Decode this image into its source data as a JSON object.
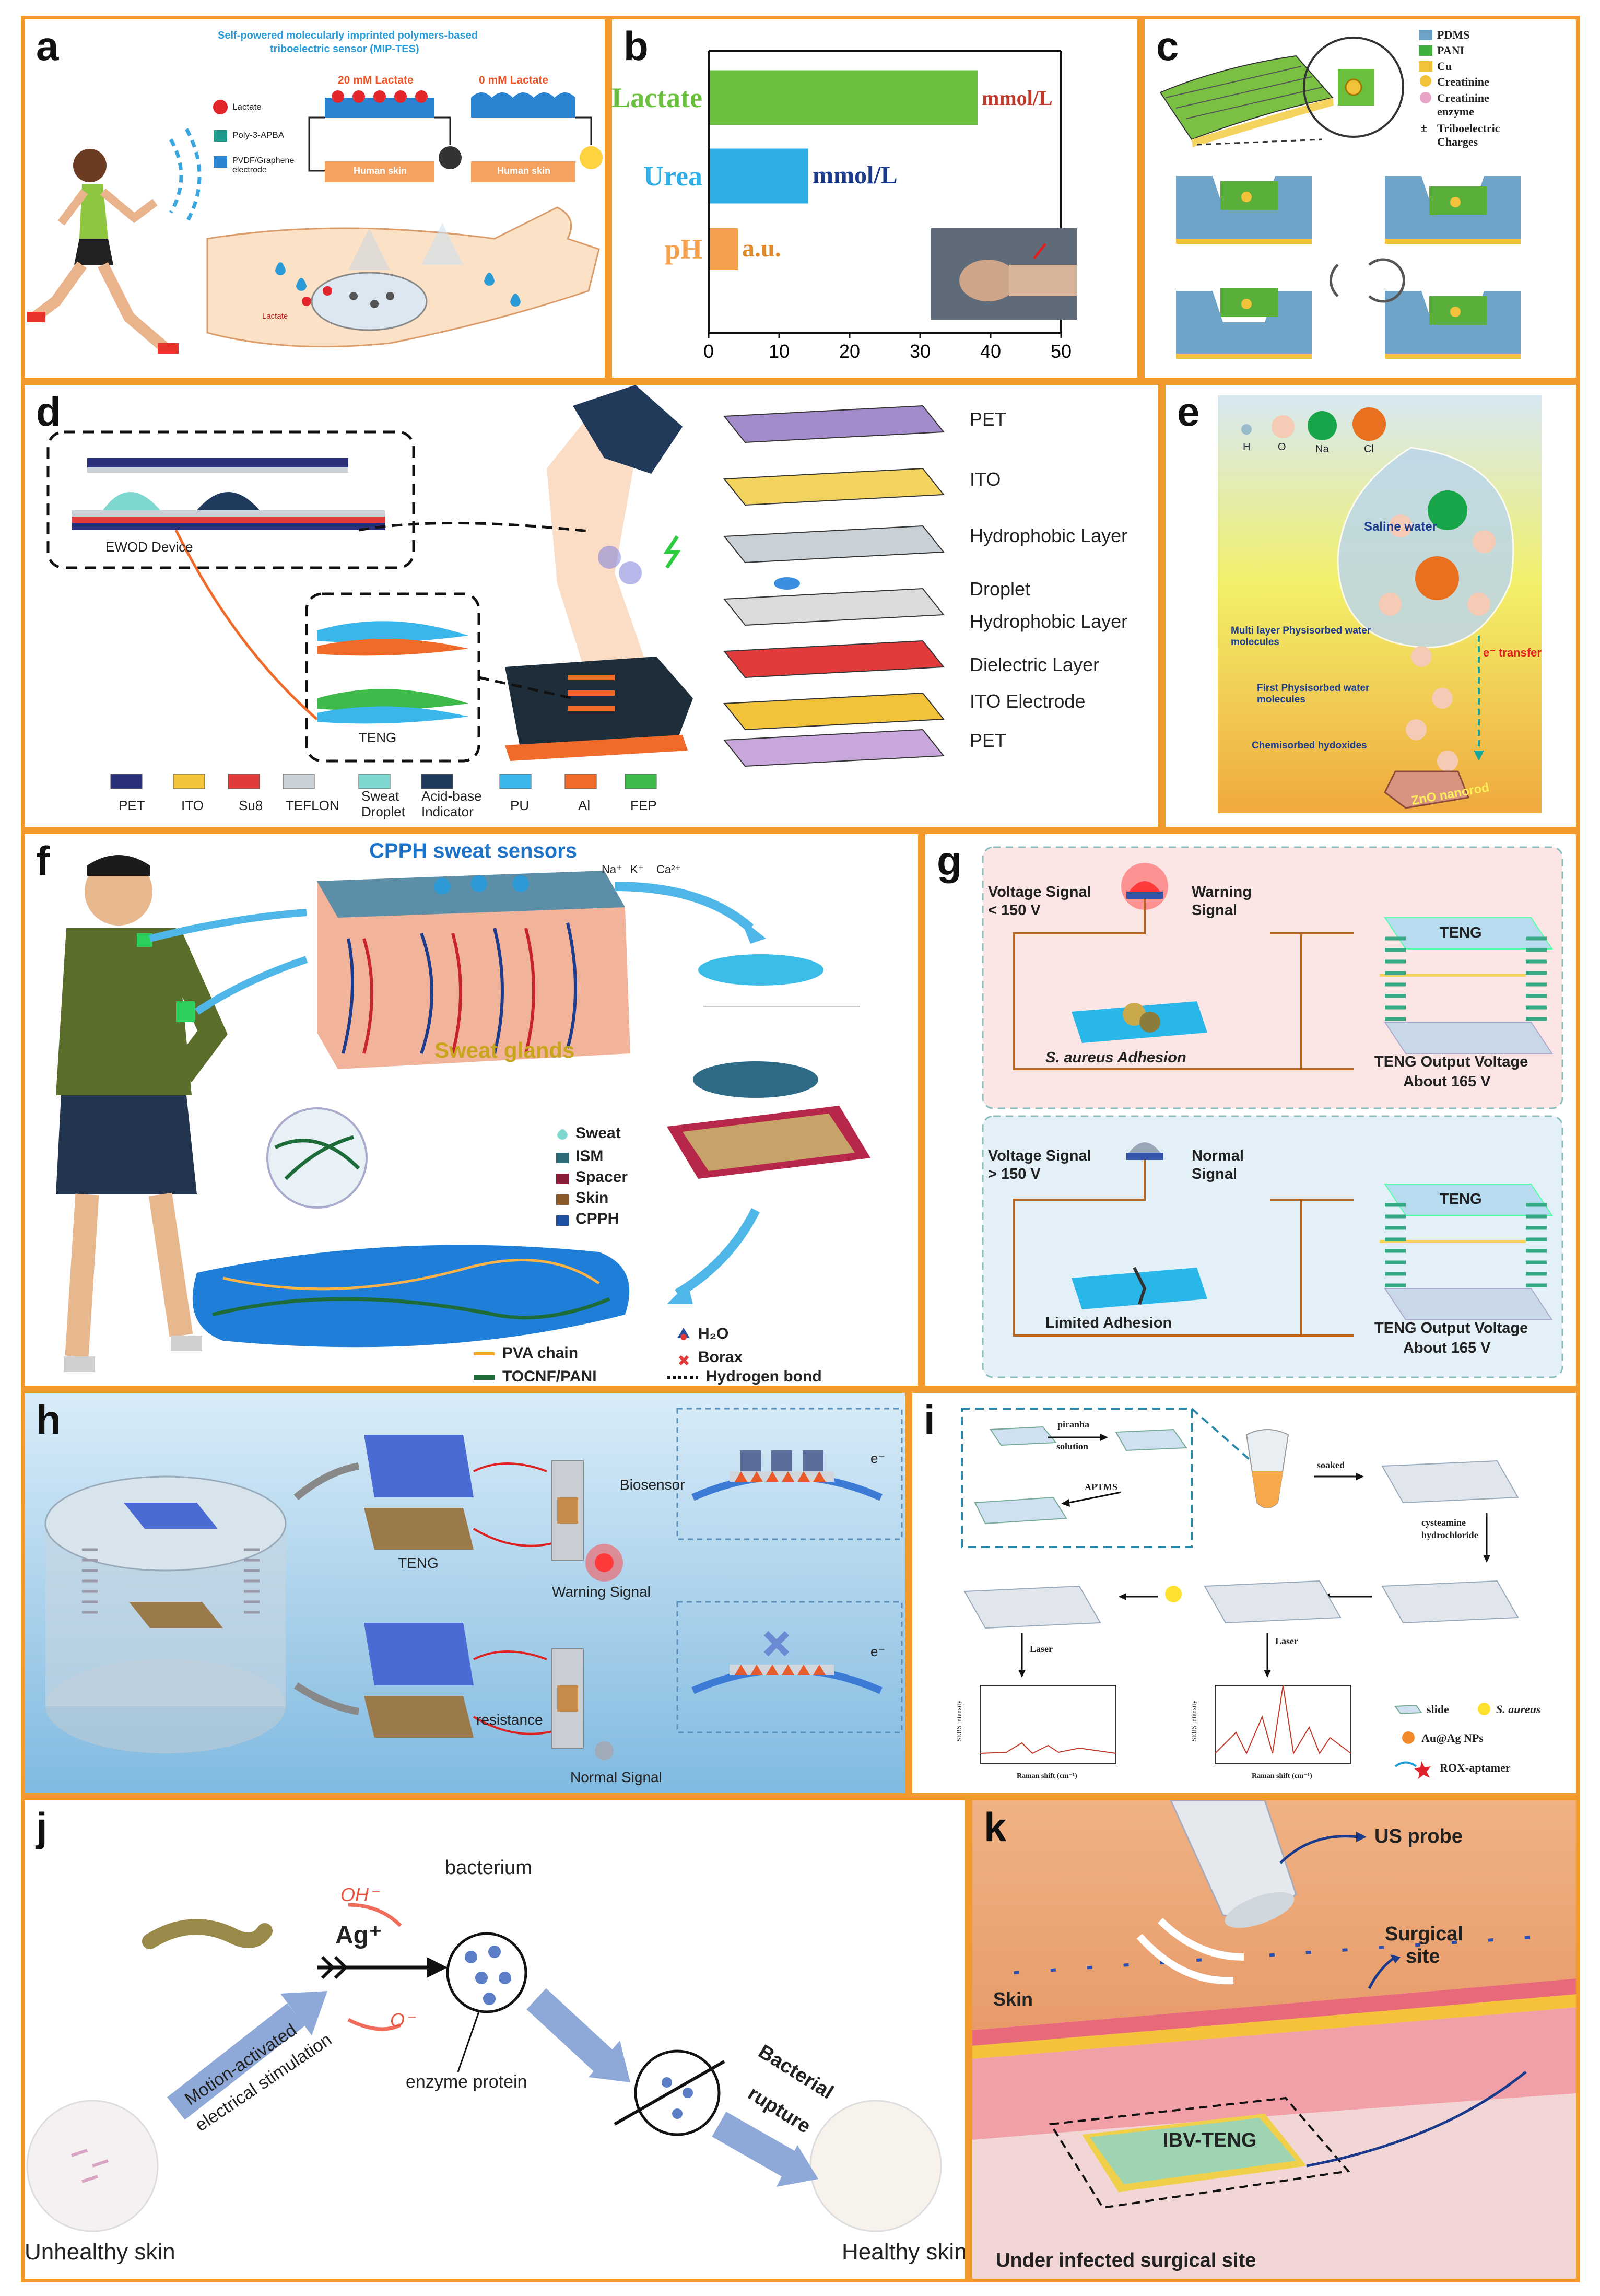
{
  "colors": {
    "border": "#f39a2c",
    "accent_blue": "#2b9bd8",
    "green": "#6bbf3e",
    "orange_bar": "#f5a04c",
    "cyan_bar": "#2eaee5"
  },
  "a": {
    "label": "a",
    "title_line1": "Self-powered molecularly imprinted polymers-based",
    "title_line2": "triboelectric sensor (MIP-TES)",
    "legend": [
      "Lactate",
      "Poly-3-APBA",
      "PVDF/Graphene electrode"
    ],
    "conc1": "20 mM Lactate",
    "conc2": "0 mM Lactate",
    "skin1": "Human skin",
    "skin2": "Human skin",
    "lactate_tag": "Lactate"
  },
  "b": {
    "label": "b",
    "photo": "wrist-photo"
  },
  "chart_data": {
    "type": "bar",
    "orientation": "horizontal",
    "categories": [
      "Lactate",
      "Urea",
      "pH"
    ],
    "values": [
      38,
      14,
      4
    ],
    "units": [
      "mmol/L",
      "mmol/L",
      "a.u."
    ],
    "xlim": [
      0,
      50
    ],
    "xticks": [
      "0",
      "10",
      "20",
      "30",
      "40",
      "50"
    ],
    "colors": [
      "#6bbf3e",
      "#2eaee5",
      "#f5a04c"
    ]
  },
  "c": {
    "label": "c",
    "legend": [
      "PDMS",
      "PANI",
      "Cu",
      "Creatinine",
      "Creatinine enzyme",
      "Triboelectric Charges"
    ],
    "legend_symbol": "±"
  },
  "d": {
    "label": "d",
    "ewod": "EWOD Device",
    "teng": "TENG",
    "layers": [
      "PET",
      "ITO",
      "Hydrophobic Layer",
      "Droplet",
      "Hydrophobic Layer",
      "Dielectric Layer",
      "ITO Electrode",
      "PET"
    ],
    "legend": [
      "PET",
      "ITO",
      "Su8",
      "TEFLON",
      "Sweat Droplet",
      "Acid-base Indicator",
      "PU",
      "Al",
      "FEP"
    ],
    "legend_colors": [
      "#2a2f7a",
      "#f2c23a",
      "#e23b3b",
      "#c9d1d6",
      "#7fd8d0",
      "#1f3a5c",
      "#3bb6ea",
      "#f06a2a",
      "#3dba4a"
    ]
  },
  "e": {
    "label": "e",
    "atoms": [
      "H",
      "O",
      "Na",
      "Cl"
    ],
    "saline": "Saline water",
    "multi": "Multi layer Physisorbed water molecules",
    "first": "First Physisorbed water molecules",
    "chemi": "Chemisorbed hydoxides",
    "transfer": "e⁻ transfer",
    "rod": "ZnO nanorod"
  },
  "f": {
    "label": "f",
    "title": "CPPH sweat sensors",
    "ions": [
      "Na⁺",
      "K⁺",
      "Ca²⁺"
    ],
    "glands": "Sweat glands",
    "legend": [
      "Sweat",
      "ISM",
      "Spacer",
      "Skin",
      "CPPH"
    ],
    "legend_colors": [
      "#7fd8d0",
      "#2d6b7a",
      "#8c1d3a",
      "#8b5a2b",
      "#1f4fa0"
    ],
    "lines": [
      "PVA chain",
      "TOCNF/PANI"
    ],
    "marks": [
      "H₂O",
      "Borax",
      "Hydrogen bond"
    ]
  },
  "g": {
    "label": "g",
    "vs1": "Voltage  Signal",
    "vs1b": "< 150 V",
    "warn": "Warning",
    "warn2": "Signal",
    "teng1": "TENG",
    "adh": "S. aureus Adhesion",
    "out1": "TENG Output Voltage",
    "out1b": "About 165 V",
    "vs2": "Voltage  Signal",
    "vs2b": "> 150 V",
    "norm": "Normal",
    "norm2": "Signal",
    "teng2": "TENG",
    "lim": "Limited Adhesion",
    "out2": "TENG Output Voltage",
    "out2b": "About 165 V"
  },
  "h": {
    "label": "h",
    "biosensor": "Biosensor",
    "teng": "TENG",
    "warning": "Warning Signal",
    "resistance": "resistance",
    "normal": "Normal Signal",
    "e1": "e⁻",
    "e2": "e⁻"
  },
  "i": {
    "label": "i",
    "piranha": "piranha",
    "solution": "solution",
    "aptms": "APTMS",
    "soaked": "soaked",
    "cyst1": "cysteamine",
    "cyst2": "hydrochloride",
    "laser1": "Laser",
    "laser2": "Laser",
    "ylabel": "SERS intensity",
    "xlabel": "Raman shift (cm⁻¹)",
    "legend": [
      "slide",
      "S. aureus",
      "Au@Ag NPs",
      "ROX-aptamer"
    ]
  },
  "j": {
    "label": "j",
    "bacterium": "bacterium",
    "ag": "Ag⁺",
    "oh": "OH⁻",
    "o": "O⁻",
    "motion1": "Motion-activated",
    "motion2": "electrical stimulation",
    "enzyme": "enzyme  protein",
    "rupture1": "Bacterial",
    "rupture2": "rupture",
    "unhealthy": "Unhealthy skin",
    "healthy": "Healthy skin"
  },
  "k": {
    "label": "k",
    "probe": "US probe",
    "skin": "Skin",
    "site1": "Surgical",
    "site2": "site",
    "device": "IBV-TENG",
    "under": "Under infected surgical site"
  }
}
